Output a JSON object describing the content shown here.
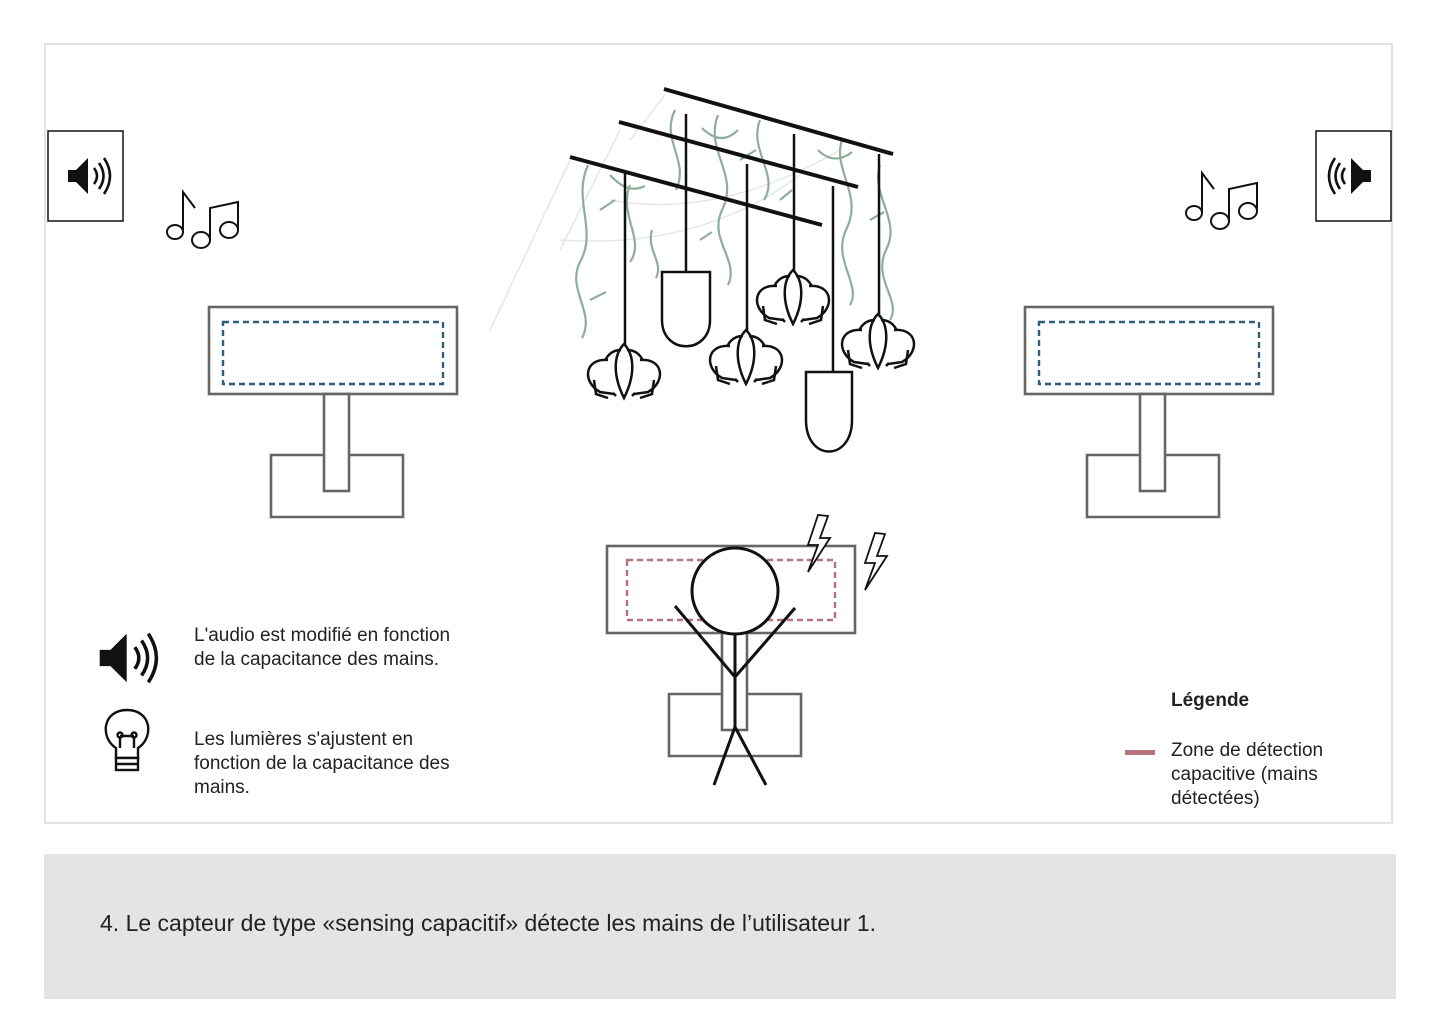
{
  "legend": {
    "title": "Légende",
    "items": [
      {
        "label": "Zone de détection capacitive (mains détectées)",
        "color": "#b5737a"
      }
    ]
  },
  "notes": [
    {
      "icon": "speaker-icon",
      "text": "L'audio est modifié en fonction de la capacitance des mains."
    },
    {
      "icon": "lightbulb-icon",
      "text": "Les lumières s'ajustent en fonction de la capacitance des mains."
    }
  ],
  "caption": "4. Le capteur de type «sensing capacitif» détecte les mains de l’utilisateur 1.",
  "colors": {
    "sensor_zone_idle": "#2f5f7f",
    "sensor_zone_active": "#b5737a",
    "vines": "#8fae98",
    "structure": "#606060"
  },
  "icons": [
    "speaker-icon",
    "music-notes-icon",
    "lightbulb-icon",
    "lightning-icon",
    "person-icon",
    "lamp-icon"
  ]
}
